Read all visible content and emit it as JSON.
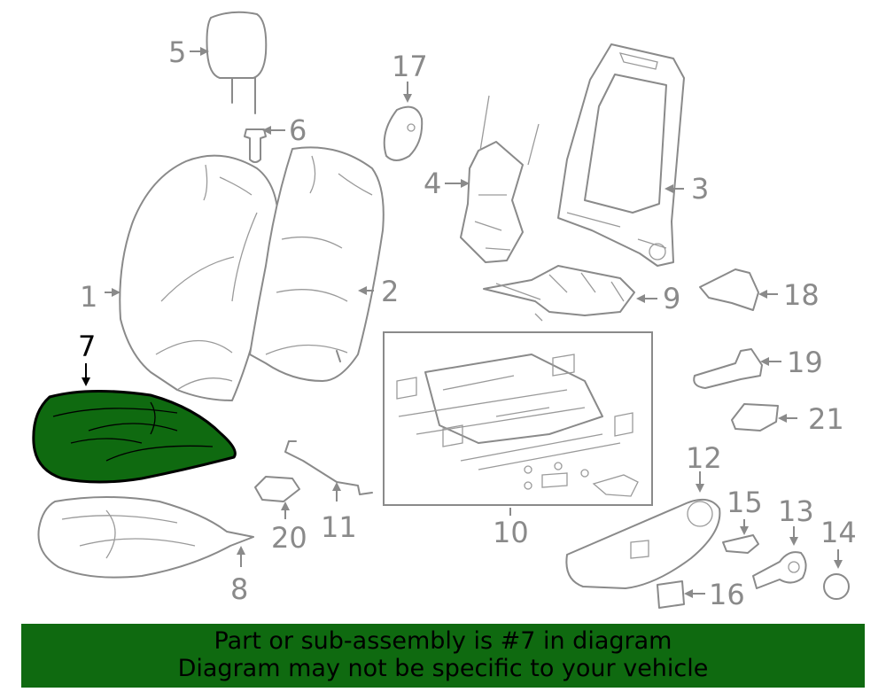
{
  "diagram": {
    "callouts": {
      "c1": "1",
      "c2": "2",
      "c3": "3",
      "c4": "4",
      "c5": "5",
      "c6": "6",
      "c7": "7",
      "c8": "8",
      "c9": "9",
      "c10": "10",
      "c11": "11",
      "c12": "12",
      "c13": "13",
      "c14": "14",
      "c15": "15",
      "c16": "16",
      "c17": "17",
      "c18": "18",
      "c19": "19",
      "c20": "20",
      "c21": "21"
    },
    "highlighted_part": "7",
    "colors": {
      "highlight": "#0f6a10",
      "line": "#8a8a8a",
      "banner": "#0f6a10"
    }
  },
  "banner": {
    "line1": "Part or sub-assembly is #7 in diagram",
    "line2": "Diagram may not be specific to your vehicle"
  }
}
